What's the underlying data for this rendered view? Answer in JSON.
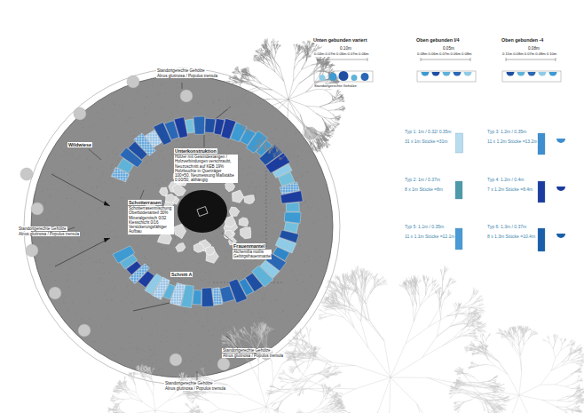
{
  "diagram": {
    "labels": [
      "Standortgerechte Gehölze",
      "Alnus glutinosa / Populus tremula",
      "Wildwiese",
      "Standortgerechte Gehölze",
      "Alnus glutinosa / Populus tremula",
      "Unterkonstruktion",
      "Hölzer mit Gewindestangen / Holzverbindungen verschraubt, Neuzuschnitt auf KEB 19% Holzfeuchte in Querträger 100×50, Neumessung Maßstäbe 0.00/50, abhängig",
      "Schotterrasen",
      "Schotterrasenmischung Oberbodenanteil 30% Mineralgemisch 0/32 Kiesschicht 0/16 Versickerungsfähiger Aufbau",
      "Frauenmantel",
      "Alchemilla mollis Gebirgsfrauenmantel",
      "Schnitt A",
      "Standortgerechte Gehölze",
      "Alnus glutinosa / Populus tremula",
      "Standortgerechte Gehölze",
      "Alnus glutinosa / Populus tremula",
      "Unten gebunden variert",
      "0.10m",
      "0.04m 0.07m 0.06m 0.07m 0.06m",
      "Standortgerechte Gehölze",
      "Oben gebunden I/4",
      "0.05m",
      "0.08m 0.06m 0.07m 0.06m 0.08m",
      "Oben gebunden -4",
      "0.08m",
      "0.11m 0.08m 0.07m 0.08m 0.10m",
      "31 x 1m Stücke =31m",
      "11 x 1.2m Stücke =13.2m",
      "8 x 1m Stücke =8m",
      "7 x 1.2m Stücke =8.4m",
      "11 x 1.1m Stücke =12.1m",
      "8 x 1.3m Stücke =10.4m"
    ],
    "legend": [
      {
        "text": "Typ 1: 1m / 0.32/ 0.35m",
        "color": "#b9ddf0"
      },
      {
        "text": "Typ 3: 1.2m / 0.35m",
        "color": "#3f8fd0"
      },
      {
        "text": "Typ 2: 1m / 0.37m",
        "color": "#4f9aa8"
      },
      {
        "text": "Typ 4: 1.2m / 0.4m",
        "color": "#1c3c9e"
      },
      {
        "text": "Typ 5: 1.1m / 0.35m",
        "color": "#4a9ad6"
      },
      {
        "text": "Typ 6: 1.3m / 0.37m",
        "color": "#1b5eaa"
      }
    ]
  }
}
